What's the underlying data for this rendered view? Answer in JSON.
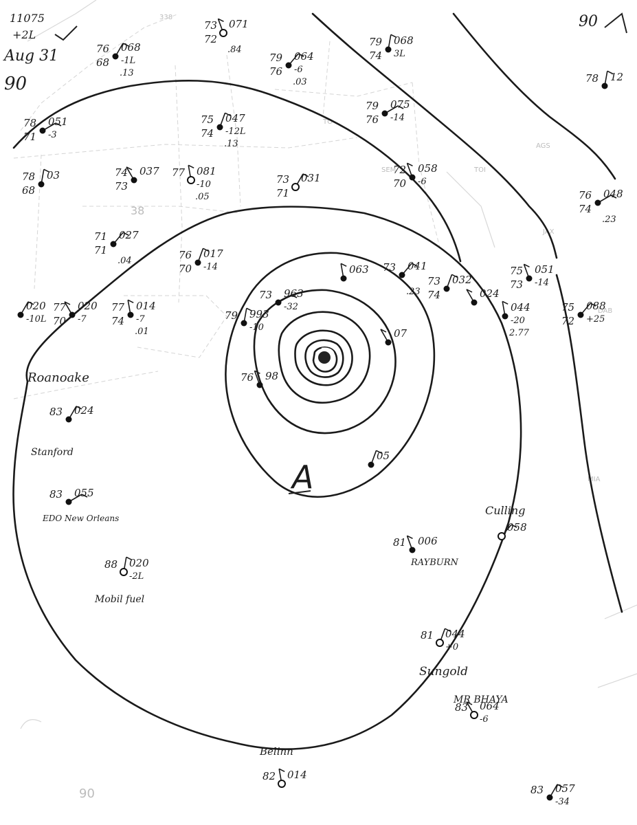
{
  "header": {
    "time": "11075",
    "code": "+2L",
    "date": "Aug 31",
    "number": "90",
    "top_right": "90"
  },
  "pressure_label": "A",
  "places": [
    {
      "id": "roanoke",
      "name": "Roanoake"
    },
    {
      "id": "stanford",
      "name": "Stanford"
    },
    {
      "id": "new_orleans",
      "name": "EDO New Orleans"
    },
    {
      "id": "mobil",
      "name": "Mobil fuel"
    },
    {
      "id": "rayburn",
      "name": "RAYBURN"
    },
    {
      "id": "culling",
      "name": "Culling"
    },
    {
      "id": "sungold",
      "name": "Sungold"
    },
    {
      "id": "mr_bhaya",
      "name": "MR BHAYA"
    },
    {
      "id": "belinn",
      "name": "Belinn"
    }
  ],
  "stations": [
    {
      "t": "76",
      "p": "068",
      "w": "68",
      "dp": "-1L",
      "sub": ".13"
    },
    {
      "t": "78",
      "p": "051",
      "w": "71",
      "dp": "-3",
      "sub": ""
    },
    {
      "t": "78",
      "p": "03",
      "w": "68",
      "dp": "",
      "sub": ""
    },
    {
      "t": "73",
      "p": "071",
      "w": "72",
      "dp": "",
      "sub": ".84"
    },
    {
      "t": "79",
      "p": "064",
      "w": "76",
      "dp": "-6",
      "sub": ".03"
    },
    {
      "t": "75",
      "p": "047",
      "w": "74",
      "dp": "-12L",
      "sub": ".13"
    },
    {
      "t": "74",
      "p": "037",
      "w": "73",
      "dp": "",
      "sub": ""
    },
    {
      "t": "77",
      "p": "081",
      "w": "",
      "dp": "-10",
      "sub": ".05"
    },
    {
      "t": "73",
      "p": "031",
      "w": "71",
      "dp": "",
      "sub": ""
    },
    {
      "t": "79",
      "p": "075",
      "w": "76",
      "dp": "-14",
      "sub": ""
    },
    {
      "t": "79",
      "p": "068",
      "w": "74",
      "dp": "3L",
      "sub": ""
    },
    {
      "t": "72",
      "p": "058",
      "w": "70",
      "dp": "-6",
      "sub": ""
    },
    {
      "t": "71",
      "p": "027",
      "w": "71",
      "dp": "",
      "sub": ".04"
    },
    {
      "t": "76",
      "p": "017",
      "w": "70",
      "dp": "-14",
      "sub": ""
    },
    {
      "t": "77",
      "p": "020",
      "w": "70",
      "dp": "-7",
      "sub": ""
    },
    {
      "t": "77",
      "p": "014",
      "w": "74",
      "dp": "-7",
      "sub": ".01"
    },
    {
      "t": "",
      "p": "020",
      "w": "",
      "dp": "-10L",
      "sub": ""
    },
    {
      "t": "73",
      "p": "963",
      "w": "",
      "dp": "-32",
      "sub": ""
    },
    {
      "t": "79",
      "p": "993",
      "w": "",
      "dp": "-10",
      "sub": ""
    },
    {
      "t": "76",
      "p": "98",
      "w": "",
      "dp": "",
      "sub": ""
    },
    {
      "t": "73",
      "p": "041",
      "w": "",
      "dp": "",
      "sub": ".23"
    },
    {
      "t": "73",
      "p": "032",
      "w": "74",
      "dp": "",
      "sub": ""
    },
    {
      "t": "",
      "p": "024",
      "w": "",
      "dp": "",
      "sub": ""
    },
    {
      "t": "",
      "p": "044",
      "w": "",
      "dp": "-20",
      "sub": "2.77"
    },
    {
      "t": "83",
      "p": "024",
      "w": "",
      "dp": "",
      "sub": ""
    },
    {
      "t": "83",
      "p": "055",
      "w": "",
      "dp": "",
      "sub": ""
    },
    {
      "t": "88",
      "p": "020",
      "w": "",
      "dp": "-2L",
      "sub": ""
    },
    {
      "t": "81",
      "p": "006",
      "w": "",
      "dp": "",
      "sub": ""
    },
    {
      "t": "",
      "p": "058",
      "w": "",
      "dp": "",
      "sub": ""
    },
    {
      "t": "81",
      "p": "044",
      "w": "",
      "dp": "+0",
      "sub": ""
    },
    {
      "t": "83",
      "p": "064",
      "w": "",
      "dp": "-6",
      "sub": ""
    },
    {
      "t": "82",
      "p": "014",
      "w": "",
      "dp": "",
      "sub": ""
    },
    {
      "t": "83",
      "p": "057",
      "w": "",
      "dp": "-34",
      "sub": ""
    },
    {
      "t": "76",
      "p": "048",
      "w": "74",
      "dp": "",
      "sub": ".23"
    },
    {
      "t": "78",
      "p": "12",
      "w": "",
      "dp": "",
      "sub": ""
    },
    {
      "t": "75",
      "p": "051",
      "w": "73",
      "dp": "-14",
      "sub": ""
    },
    {
      "t": "75",
      "p": "088",
      "w": "72",
      "dp": "+25",
      "sub": ""
    },
    {
      "t": "",
      "p": "05",
      "w": "",
      "dp": "",
      "sub": ""
    },
    {
      "t": "",
      "p": "07",
      "w": "",
      "dp": "",
      "sub": ""
    },
    {
      "t": "",
      "p": "063",
      "w": "",
      "dp": "",
      "sub": ""
    }
  ]
}
